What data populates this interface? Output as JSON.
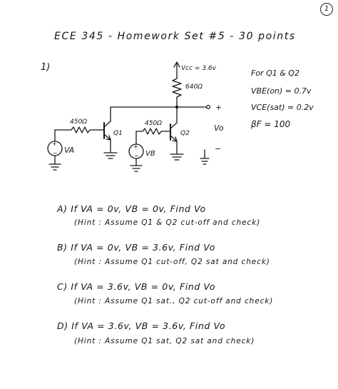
{
  "page_number": "1",
  "title": "ECE 345  -  Homework Set #5  -  30 points",
  "problem_number": "1)",
  "circuit": {
    "vcc": "Vcc = 3.6v",
    "rc": "640Ω",
    "rb1": "450Ω",
    "rb2": "450Ω",
    "q1": "Q1",
    "q2": "Q2",
    "va": "VA",
    "vb": "VB",
    "vo": "Vo",
    "plus": "+",
    "minus": "−"
  },
  "specs": {
    "header": "For Q1 & Q2",
    "vbe": "VBE(on) = 0.7v",
    "vce": "VCE(sat) = 0.2v",
    "beta": "βF = 100"
  },
  "questions": [
    {
      "text": "A)  If  VA = 0v,  VB = 0v,  Find  Vo",
      "hint": "(Hint :  Assume  Q1 & Q2  cut-off  and  check)"
    },
    {
      "text": "B)  If  VA = 0v,  VB = 3.6v,  Find  Vo",
      "hint": "(Hint :  Assume  Q1  cut-off,  Q2 sat  and  check)"
    },
    {
      "text": "C)  If  VA = 3.6v,  VB = 0v,  Find  Vo",
      "hint": "(Hint :  Assume  Q1  sat.,  Q2 cut-off  and  check)"
    },
    {
      "text": "D)  If  VA = 3.6v,  VB = 3.6v,  Find  Vo",
      "hint": "(Hint :  Assume  Q1  sat,  Q2  sat  and  check)"
    }
  ]
}
